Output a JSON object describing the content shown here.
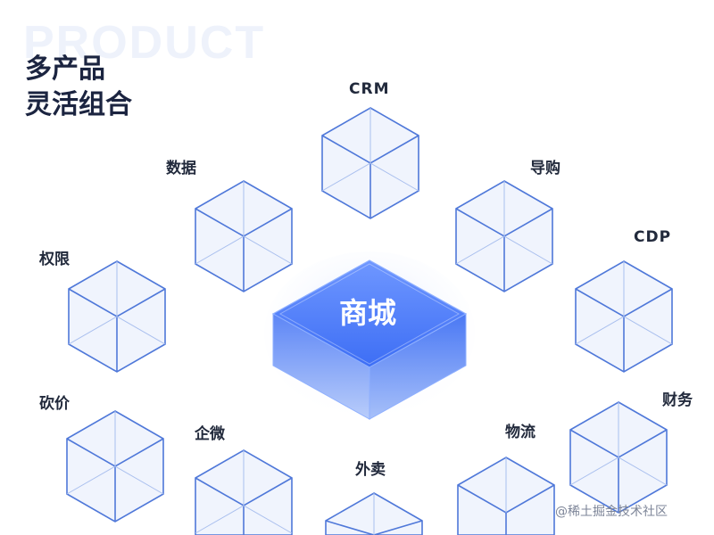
{
  "watermark": "PRODUCT",
  "heading": {
    "line1": "多产品",
    "line2": "灵活组合"
  },
  "center": {
    "label": "商城"
  },
  "modules": [
    {
      "id": "crm",
      "label": "CRM"
    },
    {
      "id": "shuju",
      "label": "数据"
    },
    {
      "id": "daogou",
      "label": "导购"
    },
    {
      "id": "cdp",
      "label": "CDP"
    },
    {
      "id": "quanxian",
      "label": "权限"
    },
    {
      "id": "kanjia",
      "label": "砍价"
    },
    {
      "id": "qiwei",
      "label": "企微"
    },
    {
      "id": "waimai",
      "label": "外卖"
    },
    {
      "id": "wuliu",
      "label": "物流"
    },
    {
      "id": "caiwu",
      "label": "财务"
    }
  ],
  "footer_watermark": "@稀土掘金技术社区",
  "colors": {
    "cube_stroke": "#4f78d9",
    "cube_fill": "#f0f4fd",
    "center_blue": "#3d6ef5",
    "text": "#222a3c"
  }
}
